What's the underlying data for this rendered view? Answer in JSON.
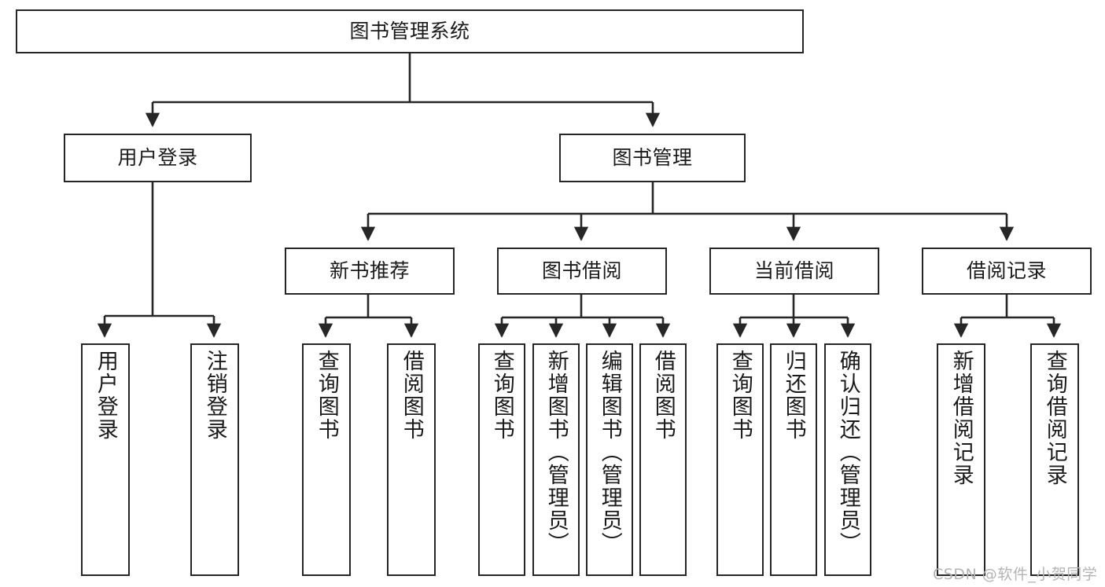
{
  "diagram": {
    "title": "图书管理系统",
    "type": "tree-hierarchy",
    "watermark": "CSDN @软件_小贺同学",
    "colors": {
      "stroke": "#262626",
      "fill": "#ffffff",
      "text": "#1a1a1a",
      "watermark": "#b4b4b4",
      "background": "#ffffff"
    },
    "nodes": {
      "root": {
        "label": "图书管理系统",
        "orientation": "horizontal"
      },
      "level2": [
        {
          "id": "user-login",
          "label": "用户登录",
          "orientation": "horizontal"
        },
        {
          "id": "book-management",
          "label": "图书管理",
          "orientation": "horizontal"
        }
      ],
      "level3": [
        {
          "id": "new-book-recommend",
          "label": "新书推荐",
          "orientation": "horizontal"
        },
        {
          "id": "book-borrow",
          "label": "图书借阅",
          "orientation": "horizontal"
        },
        {
          "id": "current-borrow",
          "label": "当前借阅",
          "orientation": "horizontal"
        },
        {
          "id": "borrow-record",
          "label": "借阅记录",
          "orientation": "horizontal"
        }
      ],
      "leaves": [
        {
          "id": "leaf-user-login",
          "label": "用户登录",
          "parent": "user-login",
          "orientation": "vertical"
        },
        {
          "id": "leaf-logout-login",
          "label": "注销登录",
          "parent": "user-login",
          "orientation": "vertical"
        },
        {
          "id": "leaf-query-book-1",
          "label": "查询图书",
          "parent": "new-book-recommend",
          "orientation": "vertical"
        },
        {
          "id": "leaf-borrow-book-1",
          "label": "借阅图书",
          "parent": "new-book-recommend",
          "orientation": "vertical"
        },
        {
          "id": "leaf-query-book-2",
          "label": "查询图书",
          "parent": "book-borrow",
          "orientation": "vertical"
        },
        {
          "id": "leaf-add-book",
          "label": "新增图书（管理员）",
          "parent": "book-borrow",
          "orientation": "vertical"
        },
        {
          "id": "leaf-edit-book",
          "label": "编辑图书（管理员）",
          "parent": "book-borrow",
          "orientation": "vertical"
        },
        {
          "id": "leaf-borrow-book-2",
          "label": "借阅图书",
          "parent": "book-borrow",
          "orientation": "vertical"
        },
        {
          "id": "leaf-query-book-3",
          "label": "查询图书",
          "parent": "current-borrow",
          "orientation": "vertical"
        },
        {
          "id": "leaf-return-book",
          "label": "归还图书",
          "parent": "current-borrow",
          "orientation": "vertical"
        },
        {
          "id": "leaf-confirm-return",
          "label": "确认归还（管理员）",
          "parent": "current-borrow",
          "orientation": "vertical"
        },
        {
          "id": "leaf-add-record",
          "label": "新增借阅记录",
          "parent": "borrow-record",
          "orientation": "vertical"
        },
        {
          "id": "leaf-query-record",
          "label": "查询借阅记录",
          "parent": "borrow-record",
          "orientation": "vertical"
        }
      ]
    }
  }
}
